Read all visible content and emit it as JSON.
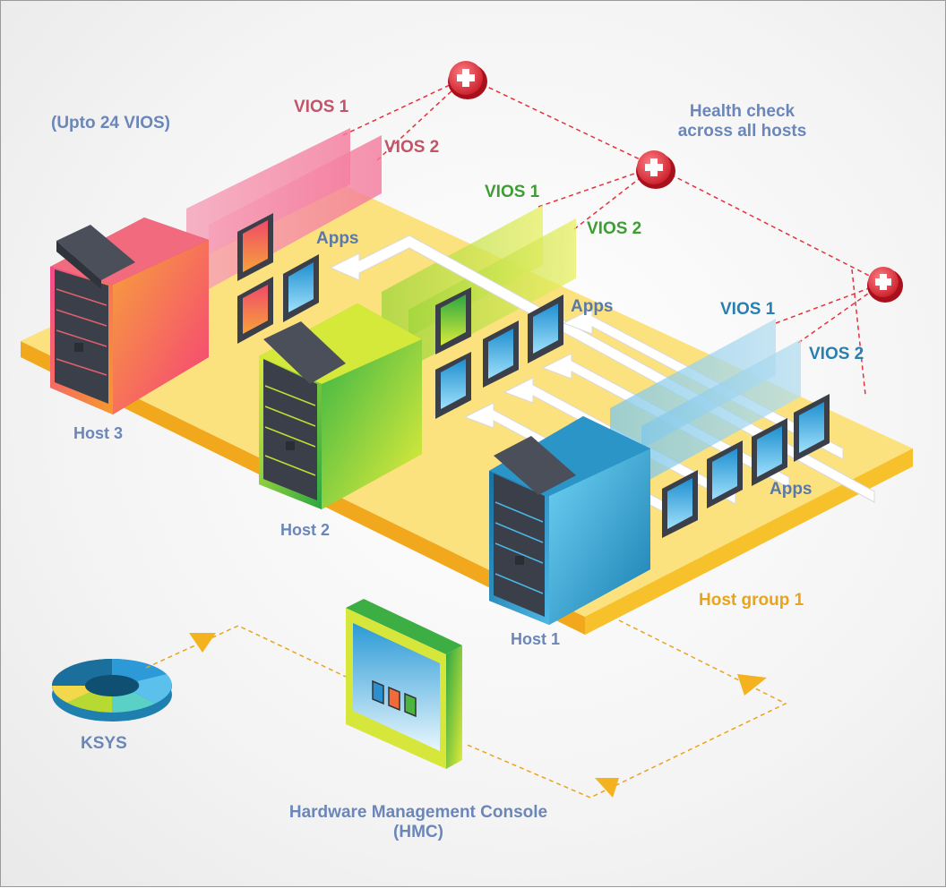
{
  "labels": {
    "upto": "(Upto 24 VIOS)",
    "health_check": "Health check\nacross all hosts",
    "host3_vios1": "VIOS 1",
    "host3_vios2": "VIOS 2",
    "host2_vios1": "VIOS 1",
    "host2_vios2": "VIOS 2",
    "host1_vios1": "VIOS 1",
    "host1_vios2": "VIOS 2",
    "host3_apps": "Apps",
    "host2_apps": "Apps",
    "host1_apps": "Apps",
    "host3": "Host 3",
    "host2": "Host 2",
    "host1": "Host 1",
    "host_group": "Host group 1",
    "ksys": "KSYS",
    "hmc": "Hardware Management Console\n(HMC)"
  },
  "colors": {
    "platform_top": "#fbe27e",
    "platform_side": "#f2a81d",
    "host3_a": "#f2476e",
    "host3_b": "#f48a2a",
    "host2_a": "#b9e02c",
    "host2_b": "#2fa640",
    "host1_a": "#52c6f2",
    "host1_b": "#136f9c",
    "health_red": "#e8303a",
    "dashed_orange": "#e8a41c"
  }
}
